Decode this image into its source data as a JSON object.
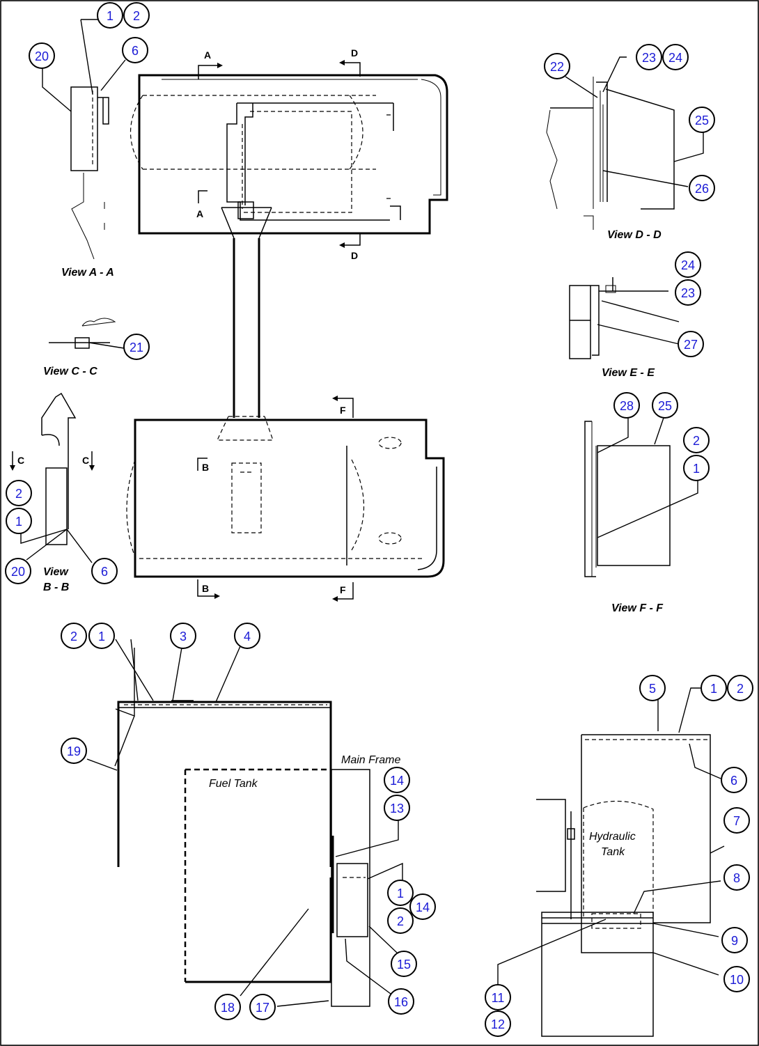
{
  "colors": {
    "balloon_text": "#1a1ad6",
    "line": "#000000",
    "background": "#ffffff"
  },
  "views": {
    "a": "View A - A",
    "c": "View C - C",
    "b1": "View",
    "b2": "B - B",
    "d": "View D - D",
    "e": "View E - E",
    "f": "View F - F"
  },
  "section_marks": {
    "a": "A",
    "b": "B",
    "c": "C",
    "d": "D",
    "f": "F"
  },
  "labels": {
    "main_frame": "Main Frame",
    "fuel_tank": "Fuel Tank",
    "hydraulic_1": "Hydraulic",
    "hydraulic_2": "Tank"
  },
  "callouts": [
    "1",
    "2",
    "3",
    "4",
    "5",
    "6",
    "7",
    "8",
    "9",
    "10",
    "11",
    "12",
    "13",
    "14",
    "15",
    "16",
    "17",
    "18",
    "19",
    "20",
    "21",
    "22",
    "23",
    "24",
    "25",
    "26",
    "27",
    "28"
  ]
}
